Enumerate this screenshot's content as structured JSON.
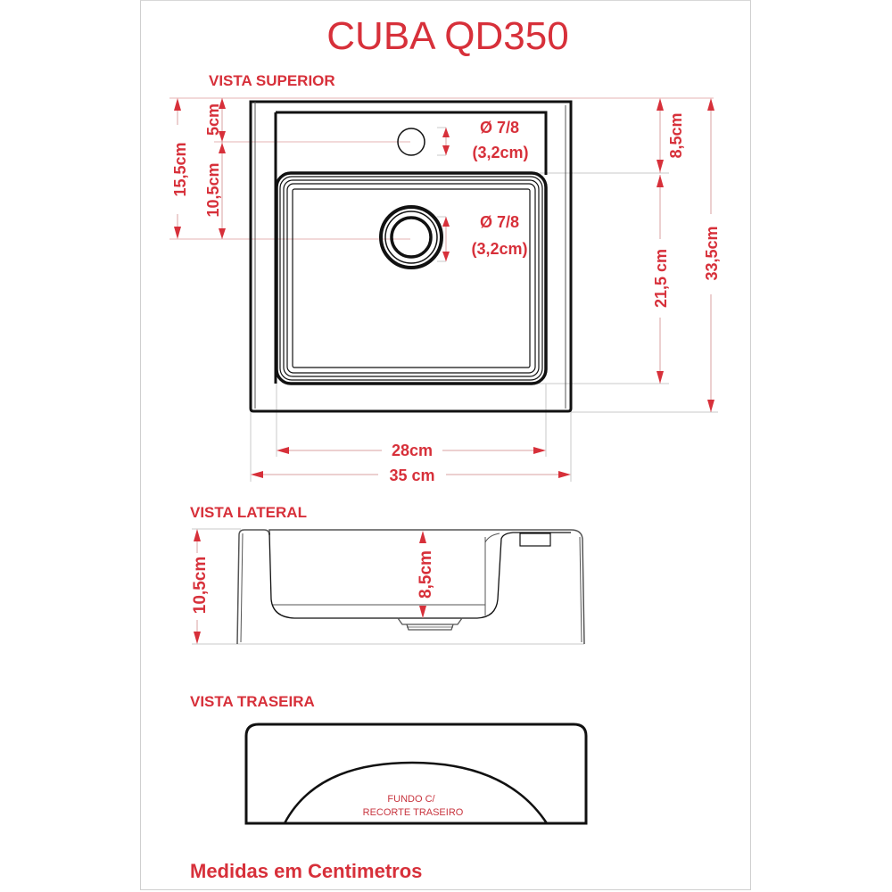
{
  "title": "CUBA QD350",
  "colors": {
    "accent_red": "#d7303a",
    "ink": "#111111",
    "frame": "#cfcfcf"
  },
  "views": {
    "top": {
      "label": "VISTA SUPERIOR",
      "dims": {
        "left_outer": "15,5cm",
        "left_upper": "5cm",
        "left_lower": "10,5cm",
        "hole_tap_d": "Ø 7/8",
        "hole_tap_cm": "(3,2cm)",
        "hole_drain_d": "Ø 7/8",
        "hole_drain_cm": "(3,2cm)",
        "right_top": "8,5cm",
        "right_bowl": "21,5 cm",
        "right_total": "33,5cm",
        "width_inner": "28cm",
        "width_outer": "35 cm"
      }
    },
    "side": {
      "label": "VISTA LATERAL",
      "dims": {
        "height_total": "10,5cm",
        "bowl_depth": "8,5cm"
      }
    },
    "back": {
      "label": "VISTA TRASEIRA",
      "note_line1": "FUNDO C/",
      "note_line2": "RECORTE TRASEIRO"
    }
  },
  "footer": "Medidas em Centimetros"
}
